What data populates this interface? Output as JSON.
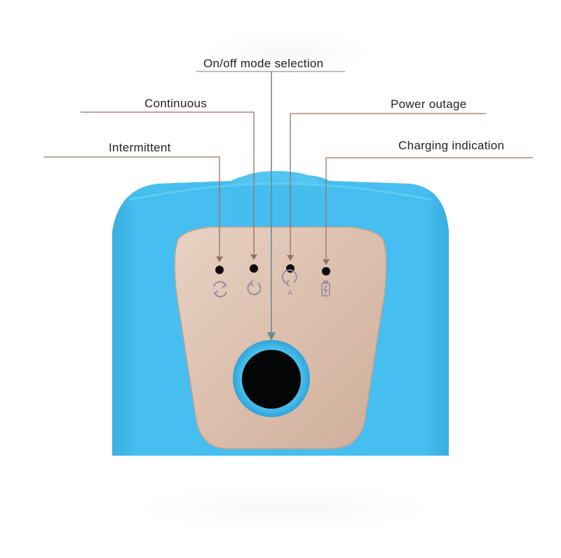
{
  "callouts": {
    "onoff": "On/off mode selection",
    "continuous": "Continuous",
    "power_outage": "Power outage",
    "intermittent": "Intermittent",
    "charging": "Charging indication"
  },
  "colors": {
    "body_blue": "#3fb6e8",
    "panel_gold": "#dcbfae",
    "leader_line": "#9a6f64",
    "arrow": "#6e8a93",
    "ring": "#48c2ee"
  },
  "icons": [
    "intermittent-icon",
    "continuous-icon",
    "auto-icon",
    "battery-icon"
  ]
}
